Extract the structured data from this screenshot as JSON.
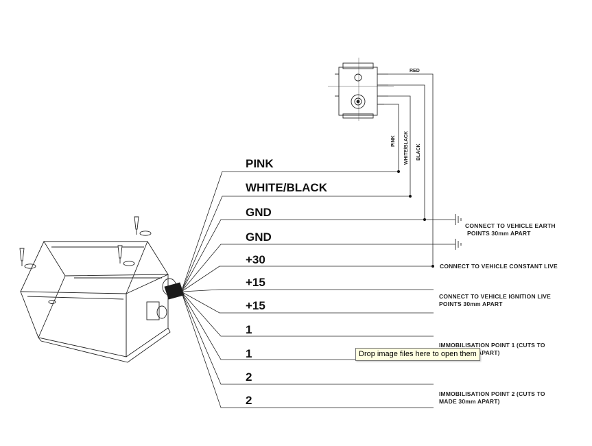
{
  "wires": [
    "PINK",
    "WHITE/BLACK",
    "GND",
    "GND",
    "+30",
    "+15",
    "+15",
    "1",
    "1",
    "2",
    "2"
  ],
  "switch_labels": {
    "red": "RED",
    "pink": "PINK",
    "white_black": "WHITE/BLACK",
    "black": "BLACK"
  },
  "notes": {
    "earth_1": "CONNECT TO VEHICLE EARTH",
    "earth_2": "POINTS 30mm APART",
    "constant_live": "CONNECT TO VEHICLE CONSTANT LIVE",
    "ignition_1": "CONNECT TO VEHICLE IGNITION LIVE",
    "ignition_2": "POINTS 30mm APART",
    "immob1_1": "IMMOBILISATION POINT 1  (CUTS TO",
    "immob1_2": "MADE 30mm APART)",
    "immob2_1": "IMMOBILISATION POINT 2  (CUTS TO",
    "immob2_2": "MADE 30mm APART)"
  },
  "tooltip": "Drop image files here to open them"
}
